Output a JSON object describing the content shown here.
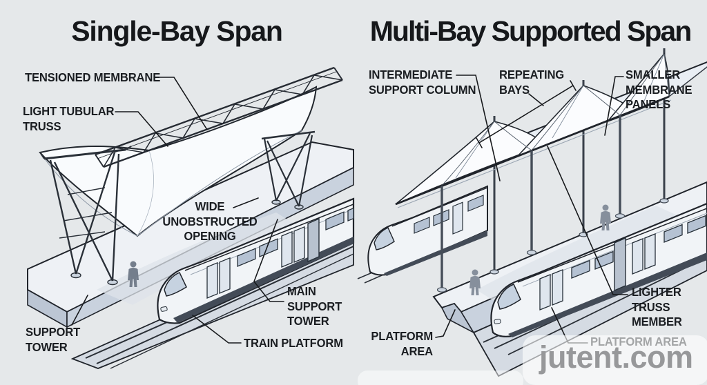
{
  "left_panel": {
    "title": "Single-Bay Span",
    "labels": {
      "tensioned_membrane": "TENSIONED MEMBRANE",
      "light_tubular_truss": "LIGHT TUBULAR\nTRUSS",
      "wide_unobstructed_opening": "WIDE\nUNOBSTRUCTED\nOPENING",
      "main_support_tower": "MAIN\nSUPPORT\nTOWER",
      "train_platform": "TRAIN PLATFORM",
      "support_tower": "SUPPORT\nTOWER"
    }
  },
  "right_panel": {
    "title": "Multi-Bay Supported Span",
    "labels": {
      "intermediate_support_column": "INTERMEDIATE\nSUPPORT COLUMN",
      "repeating_bays": "REPEATING\nBAYS",
      "smaller_membrane_panels": "SMALLER\nMEMBRANE\nPANELS",
      "lighter_truss_member": "LIGHTER\nTRUSS\nMEMBER",
      "platform_area_left": "PLATFORM\nAREA",
      "platform_area_right": "PLATFORM AREA"
    }
  },
  "watermark": {
    "text": "jutent.com"
  },
  "colors": {
    "background": "#e5e8ea",
    "ink": "#20242b",
    "platform_side": "#c9d2de",
    "membrane": "#f9fbfd",
    "window": "#b5c2d3",
    "watermark_text": "#97989a"
  }
}
